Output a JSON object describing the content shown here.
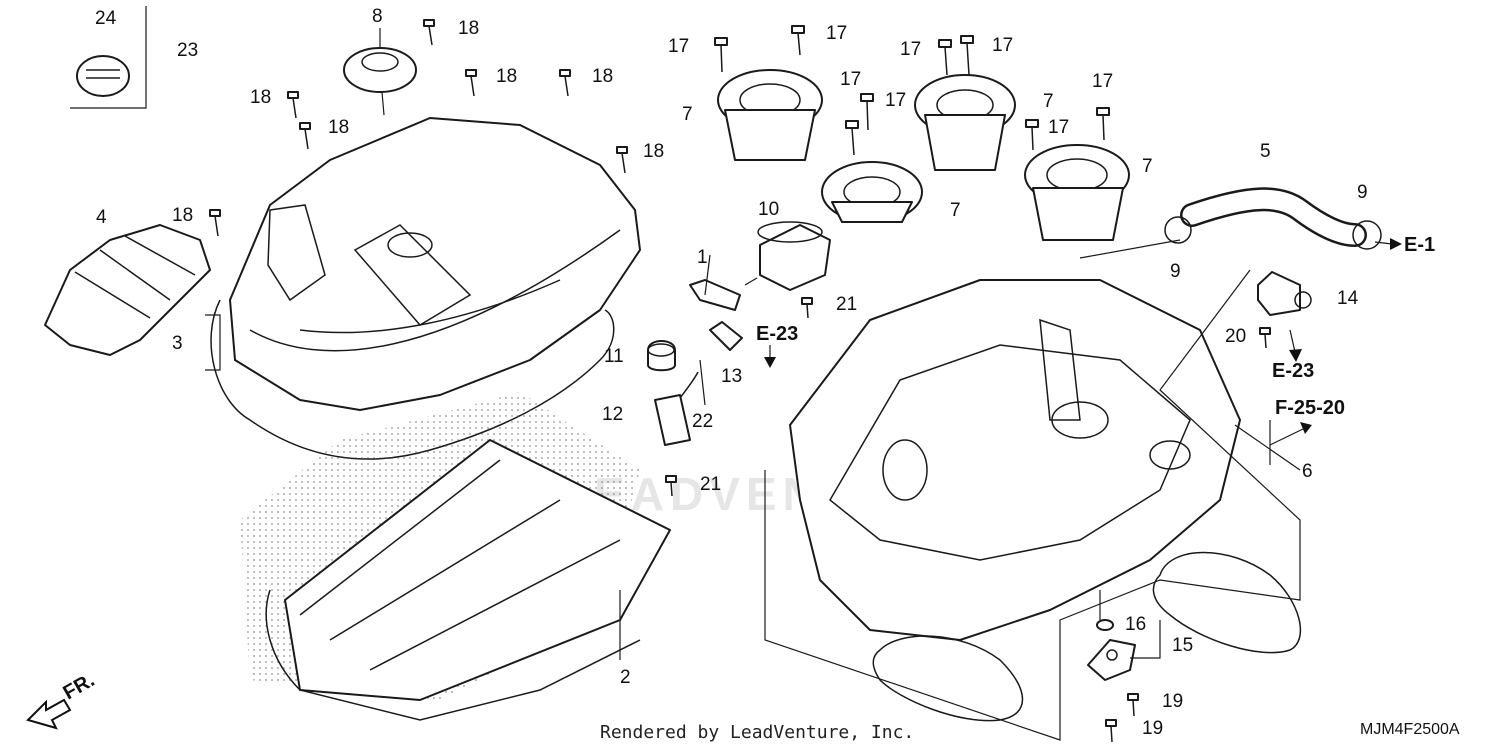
{
  "diagram": {
    "callouts": {
      "c1": "1",
      "c2": "2",
      "c3": "3",
      "c4": "4",
      "c5": "5",
      "c6": "6",
      "c7": "7",
      "c8": "8",
      "c9": "9",
      "c10": "10",
      "c11": "11",
      "c12": "12",
      "c13": "13",
      "c14": "14",
      "c15": "15",
      "c16": "16",
      "c17": "17",
      "c18": "18",
      "c19": "19",
      "c20": "20",
      "c21": "21",
      "c22": "22",
      "c23": "23",
      "c24": "24"
    },
    "references": {
      "e1": "E-1",
      "e23": "E-23",
      "f2520": "F-25-20"
    },
    "direction_label": "FR.",
    "watermark": "LEADVENTURE",
    "footer": "Rendered by LeadVenture, Inc.",
    "diagram_code": "MJM4F2500A"
  }
}
